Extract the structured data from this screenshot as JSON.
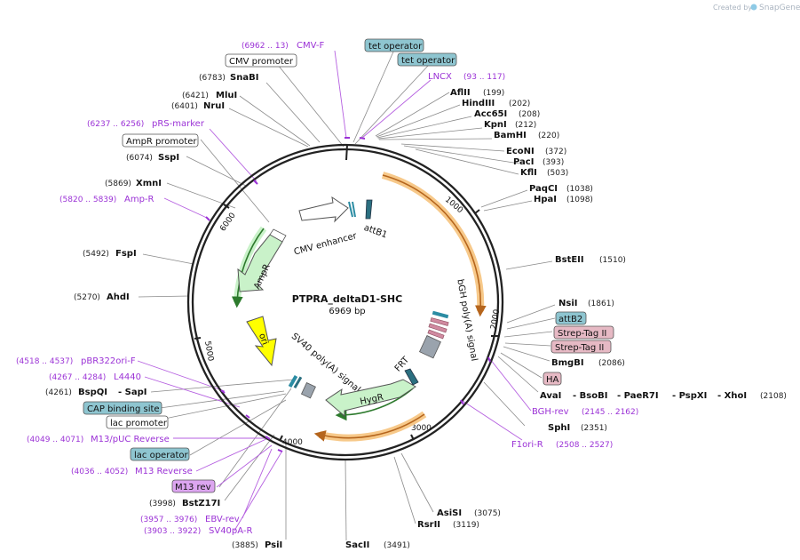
{
  "credit": {
    "prefix": "Created by",
    "brand": "SnapGene"
  },
  "plasmid": {
    "name": "PTPRA_deltaD1-SHC",
    "size": "6969 bp"
  },
  "tick_labels": {
    "t1000": "1000",
    "t2000": "2000",
    "t3000": "3000",
    "t4000": "4000",
    "t5000": "5000",
    "t6000": "6000"
  },
  "map_features": {
    "cmv_enhancer": "CMV enhancer",
    "attB1": "attB1",
    "ampR": "AmpR",
    "ori": "ori",
    "sv40_polyA": "SV40 poly(A) signal",
    "hygR": "HygR",
    "frt": "FRT",
    "bgh_polyA": "bGH poly(A) signal"
  },
  "right_labels": [
    {
      "name": "AflII",
      "pos": "(199)"
    },
    {
      "name": "HindIII",
      "pos": "(202)"
    },
    {
      "name": "Acc65I",
      "pos": "(208)"
    },
    {
      "name": "KpnI",
      "pos": "(212)"
    },
    {
      "name": "BamHI",
      "pos": "(220)"
    },
    {
      "name": "EcoNI",
      "pos": "(372)"
    },
    {
      "name": "PacI",
      "pos": "(393)"
    },
    {
      "name": "KflI",
      "pos": "(503)"
    },
    {
      "name": "PaqCI",
      "pos": "(1038)"
    },
    {
      "name": "HpaI",
      "pos": "(1098)"
    },
    {
      "name": "BstEII",
      "pos": "(1510)"
    },
    {
      "name": "NsiI",
      "pos": "(1861)"
    },
    {
      "name": "BmgBI",
      "pos": "(2086)"
    },
    {
      "name": "SphI",
      "pos": "(2351)"
    },
    {
      "name": "AsiSI",
      "pos": "(3075)"
    },
    {
      "name": "RsrII",
      "pos": "(3119)"
    },
    {
      "name": "SacII",
      "pos": "(3491)"
    }
  ],
  "xho_group": {
    "ava": "AvaI",
    "bso": "- BsoBI",
    "pae": "- PaeR7I",
    "psp": "- PspXI",
    "xho": "- XhoI",
    "pos": "(2108)"
  },
  "right_boxes": {
    "attB2": "attB2",
    "strep1": "Strep-Tag II",
    "strep2": "Strep-Tag II",
    "ha": "HA"
  },
  "right_primers": {
    "bgh_rev": {
      "name": "BGH-rev",
      "range": "(2145 .. 2162)"
    },
    "f1ori_r": {
      "name": "F1ori-R",
      "range": "(2508 .. 2527)"
    },
    "lncx": {
      "name": "LNCX",
      "range": "(93 .. 117)"
    }
  },
  "top_boxes": {
    "tet1": "tet operator",
    "tet2": "tet operator"
  },
  "left_labels": [
    {
      "pos": "(6783)",
      "name": "SnaBI"
    },
    {
      "pos": "(6421)",
      "name": "MluI"
    },
    {
      "pos": "(6401)",
      "name": "NruI"
    },
    {
      "pos": "(6074)",
      "name": "SspI"
    },
    {
      "pos": "(5869)",
      "name": "XmnI"
    },
    {
      "pos": "(5492)",
      "name": "FspI"
    },
    {
      "pos": "(5270)",
      "name": "AhdI"
    },
    {
      "pos": "(3998)",
      "name": "BstZ17I"
    },
    {
      "pos": "(3885)",
      "name": "PsiI"
    }
  ],
  "bspqi": {
    "pos": "(4261)",
    "name": "BspQI",
    "name2": "- SapI"
  },
  "left_primers": {
    "cmv_f": {
      "range": "(6962 .. 13)",
      "name": "CMV-F"
    },
    "prs": {
      "range": "(6237 .. 6256)",
      "name": "pRS-marker"
    },
    "ampr": {
      "range": "(5820 .. 5839)",
      "name": "Amp-R"
    },
    "pbr": {
      "range": "(4518 .. 4537)",
      "name": "pBR322ori-F"
    },
    "l4440": {
      "range": "(4267 .. 4284)",
      "name": "L4440"
    },
    "m13puc": {
      "range": "(4049 .. 4071)",
      "name": "M13/pUC Reverse"
    },
    "m13r": {
      "range": "(4036 .. 4052)",
      "name": "M13 Reverse"
    },
    "ebv": {
      "range": "(3957 .. 3976)",
      "name": "EBV-rev"
    },
    "sv40pa": {
      "range": "(3903 .. 3922)",
      "name": "SV40pA-R"
    }
  },
  "left_boxes": {
    "cmv_promoter": "CMV promoter",
    "ampr_promoter": "AmpR promoter",
    "cap": "CAP binding site",
    "lac_promoter": "lac promoter",
    "lac_operator": "lac operator",
    "m13rev": "M13 rev"
  },
  "colors": {
    "primer": "#9b32d6",
    "ring": "#222222",
    "orange_orf": "#f5b041",
    "green_orf": "#ccf5cc",
    "ori": "#ffff00",
    "box_teal": "#8ec5d0",
    "box_pink": "#e6b9c4"
  }
}
